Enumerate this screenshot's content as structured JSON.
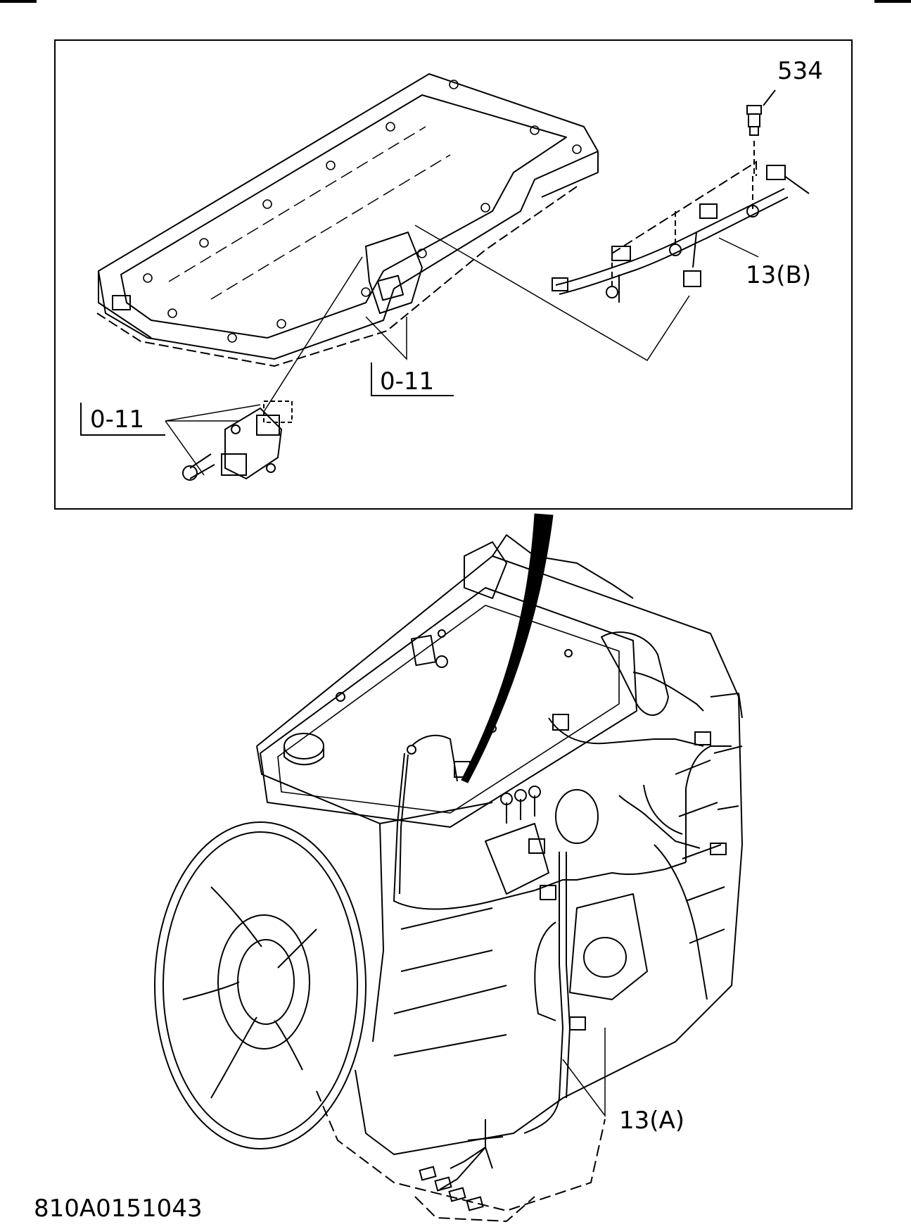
{
  "diagram": {
    "callouts": {
      "bolt": "534",
      "harness_upper": "13(B)",
      "harness_lower": "13(A)",
      "ref_right": "0-11",
      "ref_left": "0-11"
    },
    "drawing_number": "810A0151043"
  },
  "colors": {
    "line": "#000000",
    "background": "#ffffff"
  }
}
